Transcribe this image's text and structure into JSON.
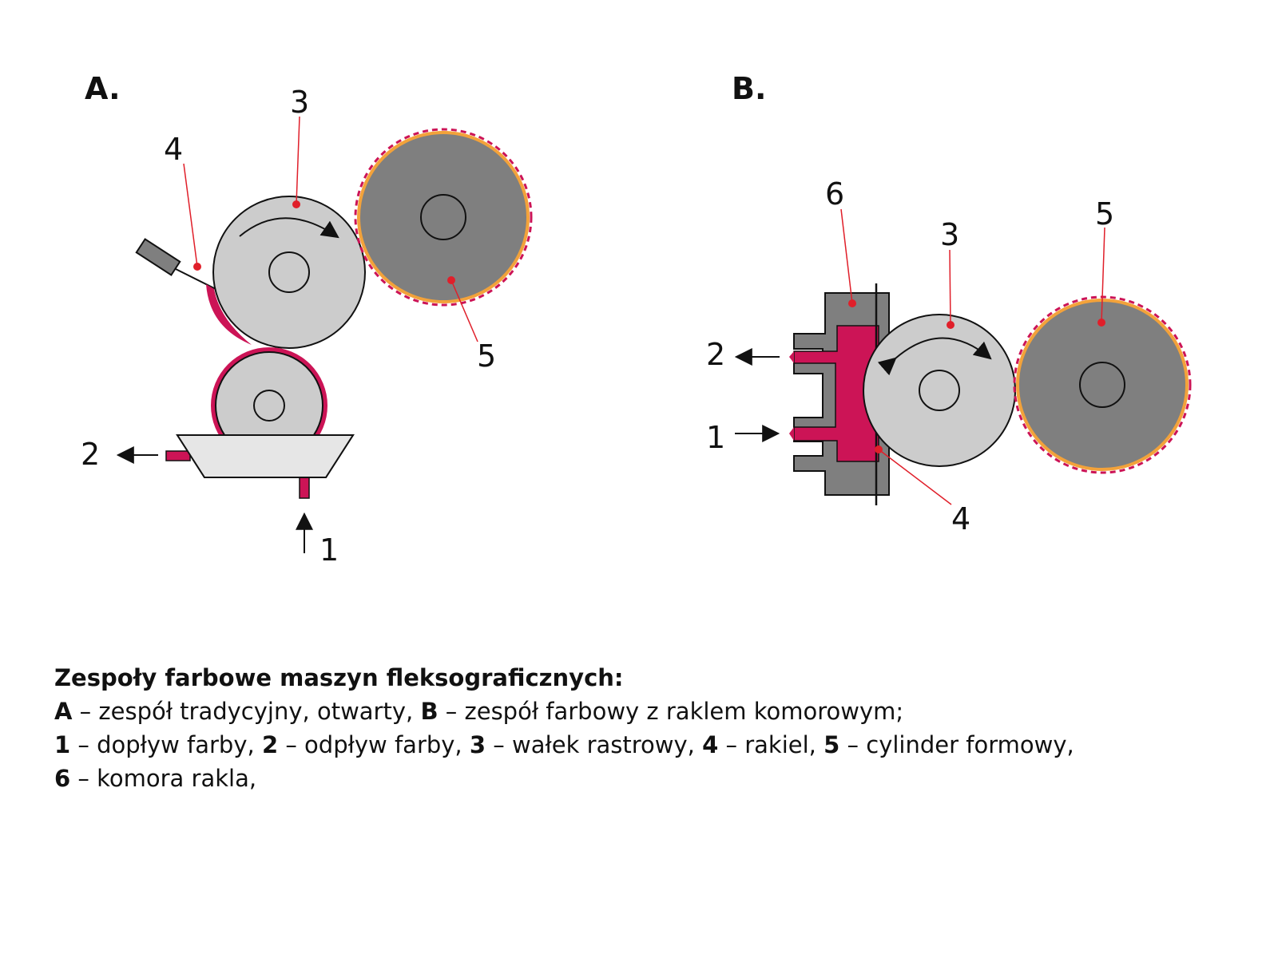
{
  "panels": {
    "a": {
      "heading": "A.",
      "callouts": {
        "c1": "1",
        "c2": "2",
        "c3": "3",
        "c4": "4",
        "c5": "5"
      }
    },
    "b": {
      "heading": "B.",
      "callouts": {
        "c1": "1",
        "c2": "2",
        "c3": "3",
        "c4": "4",
        "c5": "5",
        "c6": "6"
      }
    }
  },
  "caption": {
    "title": "Zespoły farbowe maszyn fleksograficznych:",
    "line1": [
      {
        "key": "A",
        "text": " – zespół tradycyjny, otwarty, "
      },
      {
        "key": "B",
        "text": " – zespół farbowy z raklem komorowym;"
      }
    ],
    "line2": [
      {
        "key": "1",
        "text": " – dopływ farby, "
      },
      {
        "key": "2",
        "text": " – odpływ farby, "
      },
      {
        "key": "3",
        "text": " – wałek rastrowy, "
      },
      {
        "key": "4",
        "text": " – rakiel, "
      },
      {
        "key": "5",
        "text": " – cylinder formowy,"
      }
    ],
    "line3": [
      {
        "key": "6",
        "text": " – komora rakla,"
      }
    ]
  },
  "colors": {
    "ink": "#cc1456",
    "roller_light": "#cccccc",
    "cylinder_dark": "#7f7f7f",
    "plate_orange": "#f3a23a",
    "leader_red": "#e01f2a",
    "outline": "#111111"
  }
}
